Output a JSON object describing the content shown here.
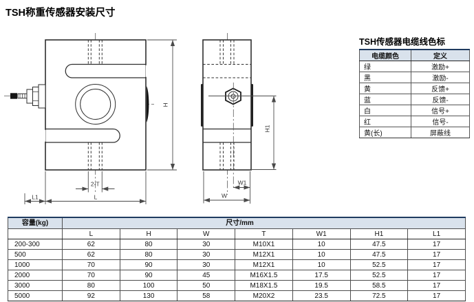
{
  "page": {
    "title": "TSH称重传感器安装尺寸"
  },
  "drawing": {
    "labels": {
      "H": "H",
      "H1": "H1",
      "L": "L",
      "L1": "L1",
      "W": "W",
      "W1": "W1",
      "thread": "2-T"
    }
  },
  "cable_table": {
    "title": "TSH传感器电缆线色标",
    "headers": {
      "color": "电缆颜色",
      "definition": "定义"
    },
    "rows": [
      {
        "color": "绿",
        "definition": "激励+"
      },
      {
        "color": "黑",
        "definition": "激励-"
      },
      {
        "color": "黄",
        "definition": "反馈+"
      },
      {
        "color": "蓝",
        "definition": "反馈-"
      },
      {
        "color": "白",
        "definition": "信号+"
      },
      {
        "color": "红",
        "definition": "信号-"
      },
      {
        "color": "黄(长)",
        "definition": "屏蔽线"
      }
    ]
  },
  "dimensions_table": {
    "capacity_header": "容量(kg)",
    "size_header": "尺寸/mm",
    "columns": [
      "L",
      "H",
      "W",
      "T",
      "W1",
      "H1",
      "L1"
    ],
    "rows": [
      {
        "capacity": "200-300",
        "L": "62",
        "H": "80",
        "W": "30",
        "T": "M10X1",
        "W1": "10",
        "H1": "47.5",
        "L1": "17"
      },
      {
        "capacity": "500",
        "L": "62",
        "H": "80",
        "W": "30",
        "T": "M12X1",
        "W1": "10",
        "H1": "47.5",
        "L1": "17"
      },
      {
        "capacity": "1000",
        "L": "70",
        "H": "90",
        "W": "30",
        "T": "M12X1",
        "W1": "10",
        "H1": "52.5",
        "L1": "17"
      },
      {
        "capacity": "2000",
        "L": "70",
        "H": "90",
        "W": "45",
        "T": "M16X1.5",
        "W1": "17.5",
        "H1": "52.5",
        "L1": "17"
      },
      {
        "capacity": "3000",
        "L": "80",
        "H": "100",
        "W": "50",
        "T": "M18X1.5",
        "W1": "19.5",
        "H1": "58.5",
        "L1": "17"
      },
      {
        "capacity": "5000",
        "L": "92",
        "H": "130",
        "W": "58",
        "T": "M20X2",
        "W1": "23.5",
        "H1": "72.5",
        "L1": "17"
      }
    ]
  },
  "colors": {
    "header_fill": "#d9e2ec",
    "accent_border": "#1e3a5f"
  }
}
